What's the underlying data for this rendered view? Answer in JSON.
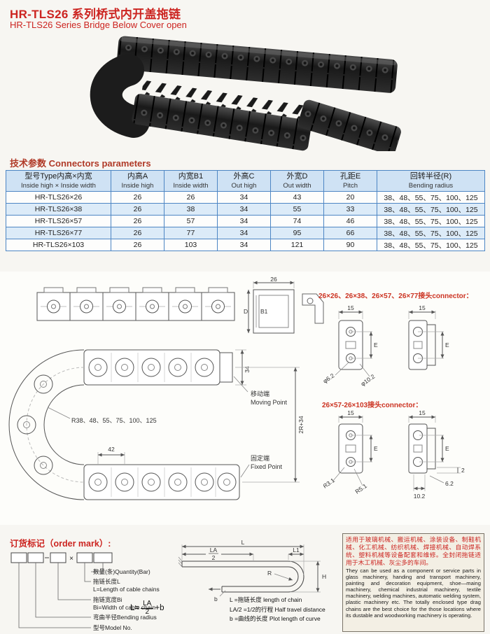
{
  "header": {
    "title_cn": "HR-TLS26 系列桥式内开盖拖链",
    "title_en": "HR-TLS26 Series Bridge Below Cover open"
  },
  "section": {
    "params_heading": "技术参数 Connectors parameters"
  },
  "colors": {
    "accent_red": "#cc2420",
    "table_border": "#4d86c4",
    "table_header_bg": "#cfe2f4",
    "table_alt_row_bg": "#dcebf8"
  },
  "table": {
    "headers": [
      {
        "cn": "型号Type内高×内宽",
        "en": "Inside high × Inside width"
      },
      {
        "cn": "内高A",
        "en": "Inside high"
      },
      {
        "cn": "内宽B1",
        "en": "Inside width"
      },
      {
        "cn": "外高C",
        "en": "Out high"
      },
      {
        "cn": "外宽D",
        "en": "Out width"
      },
      {
        "cn": "孔距E",
        "en": "Pitch"
      },
      {
        "cn": "回转半径(R)",
        "en": "Bending radius"
      }
    ],
    "rows": [
      [
        "HR-TLS26×26",
        "26",
        "26",
        "34",
        "43",
        "20",
        "38、48、55、75、100、125"
      ],
      [
        "HR-TLS26×38",
        "26",
        "38",
        "34",
        "55",
        "33",
        "38、48、55、75、100、125"
      ],
      [
        "HR-TLS26×57",
        "26",
        "57",
        "34",
        "74",
        "46",
        "38、48、55、75、100、125"
      ],
      [
        "HR-TLS26×77",
        "26",
        "77",
        "34",
        "95",
        "66",
        "38、48、55、75、100、125"
      ],
      [
        "HR-TLS26×103",
        "26",
        "103",
        "34",
        "121",
        "90",
        "38、48、55、75、100、125"
      ]
    ]
  },
  "drawings": {
    "connector_label_1": "26×26、26×38、26×57、26×77接头connector：",
    "connector_label_2": "26×57-26×103接头connector：",
    "radius_series": "R38、48、55、75、100、125",
    "moving_point_cn": "移动端",
    "moving_point_en": "Moving Point",
    "fixed_point_cn": "固定端",
    "fixed_point_en": "Fixed Point",
    "dim_34": "34",
    "dim_2r34": "2R+34",
    "dim_42": "42",
    "dim_26": "26",
    "dim_d": "D",
    "dim_b1": "B1",
    "dim_15": "15",
    "dim_e": "E",
    "dia_62": "φ6.2",
    "dia_102": "φ10.2",
    "r_31": "R3.1",
    "r_51": "R5.1",
    "dim_62": "6.2",
    "dim_102": "10.2",
    "dim_2": "2"
  },
  "order": {
    "heading": "订货标记（order mark）:",
    "separator_x": "×",
    "labels": [
      "数量(条)Quantity(Bar)",
      "拖链长度L",
      "L=Length of cable chains",
      "拖链宽度Bi",
      "Bi=Width of cable chain",
      "弯曲半径Bending radius",
      "型号Model No."
    ],
    "formula": {
      "lhs": "L=",
      "num": "LA",
      "den": "2",
      "rhs": "+b"
    },
    "defs": [
      "L =拖链长度 length of chain",
      "LA/2 =1/2的行程 Half travel distance",
      "b =曲线的长度 Plot length of curve"
    ],
    "diagram": {
      "l": "L",
      "la_num": "LA",
      "la_den": "2",
      "l1": "L1",
      "r": "R",
      "h": "H",
      "b": "b"
    }
  },
  "application": {
    "cn": "适用于玻璃机械、搬运机械、涂装设备、制鞋机械、化工机械、纺织机械、焊接机械、自动焊系统、塑料机械等设备配套和维修。全封闭拖链适用于木工机械、灰尘多的车间。",
    "en": "They can be used as a component or service parts in glass machinery, handing and transport machinery, painting and decoration equipment, shoe—maing machinery, chemical industrial machinery, textile machinery, welding machines, automatic welding system, plastic machinery etc. The totally enclosed type drag chains are the best choice for the those locations where its dustable and woodworking machinery is operating."
  }
}
